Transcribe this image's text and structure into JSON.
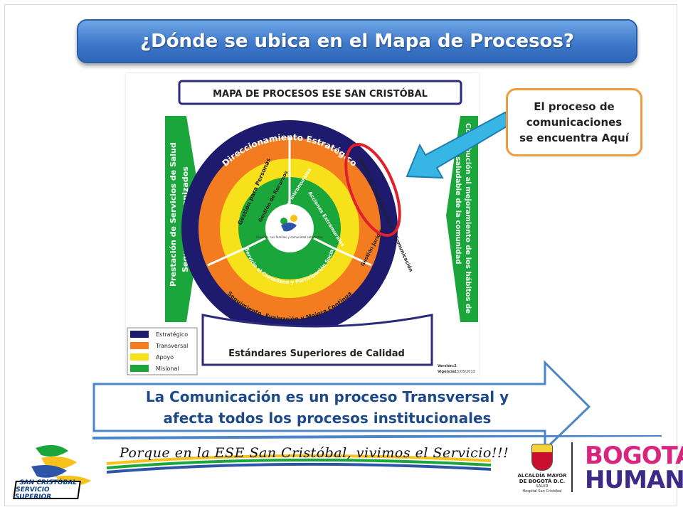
{
  "slide": {
    "title": "¿Dónde se ubica en el Mapa de  Procesos?"
  },
  "map": {
    "header": "MAPA DE PROCESOS ESE SAN CRISTÓBAL",
    "left_bar": [
      "Prestación de Servicios de Salud",
      "Seguros y Humanizados"
    ],
    "right_bar": [
      "Contribución al mejoramiento de los hábitos de",
      "vida saludable de la comunidad"
    ],
    "outer_ring": "Direccionamiento Estratégico",
    "orange_segments": {
      "left": "Gestión para Personas",
      "right": "Gestión del Conocimiento y la Comunicación",
      "bottom": "Seguimiento, Evaluación y Mejora Continua"
    },
    "yellow_segments": {
      "left": "Gestión de Recursos",
      "right": "Gestión Jurídica"
    },
    "green_segments": {
      "left": "Acciones Intramurales",
      "right": "Acciones Extramurales",
      "bottom": "Servicio al Ciudadano y Participación Social"
    },
    "center_caption": "Usuarios, sus familias y comunidad satisfechos",
    "bottom_band": "Estándares Superiores de Calidad",
    "legend": [
      {
        "label": "Estratégico",
        "color": "#1e1a6e"
      },
      {
        "label": "Transversal",
        "color": "#f47c20"
      },
      {
        "label": "Apoyo",
        "color": "#f6e11b"
      },
      {
        "label": "Misional",
        "color": "#1aa63a"
      }
    ],
    "version_label": "Versión:2",
    "vigencia_label": "Vigencia:",
    "vigencia_value": "15/05/2013"
  },
  "callout": {
    "lines": [
      "El proceso de",
      "comunicaciones",
      "se encuentra Aquí"
    ]
  },
  "banner": {
    "lines": [
      "La Comunicación es un proceso Transversal y",
      "afecta todos los procesos institucionales"
    ]
  },
  "footer": {
    "logo_lines": [
      "SAN CRISTÓBAL",
      "SERVICIO SUPERIOR"
    ],
    "slogan": "Porque en la ESE San Cristóbal, vivimos el Servicio!!!",
    "alcaldia_lines": [
      "ALCALDÍA MAYOR",
      "DE BOGOTÁ D.C."
    ],
    "alcaldia_sub": [
      "SALUD",
      "Hospital San Cristóbal"
    ],
    "bogota": "BOGOTÁ",
    "humana": "HUMANA"
  },
  "colors": {
    "title_blue": "#3f79c9",
    "strategic": "#1e1a6e",
    "transversal": "#f47c20",
    "apoyo": "#f6e11b",
    "misional": "#1aa63a",
    "highlight_red": "#e0202a",
    "arrow_cyan": "#37b6e6",
    "callout_orange": "#f39a3a"
  }
}
